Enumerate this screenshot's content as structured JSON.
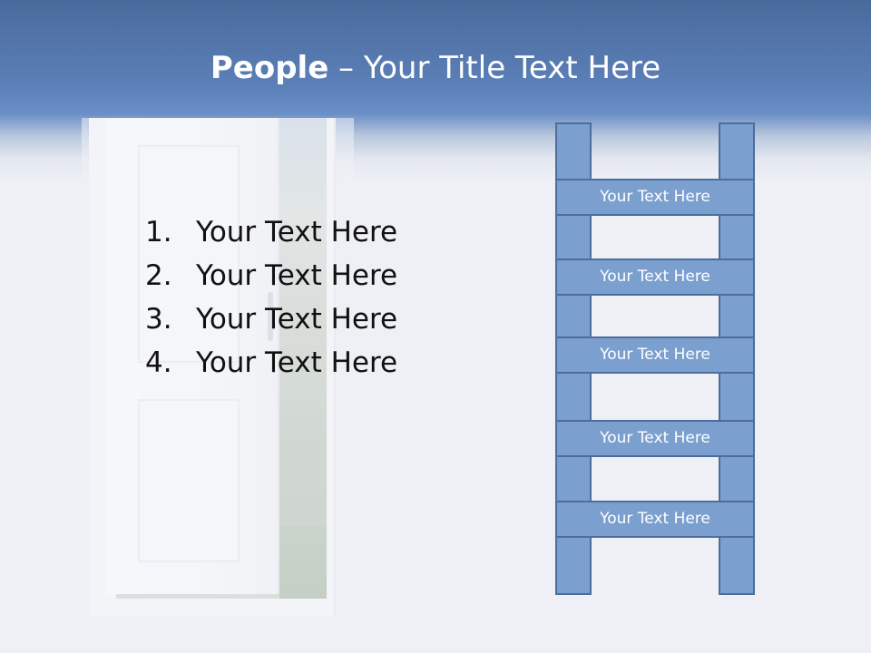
{
  "title": {
    "bold": "People",
    "rest": " – Your Title Text Here"
  },
  "list": [
    {
      "number": "1.",
      "text": "Your Text Here"
    },
    {
      "number": "2.",
      "text": "Your Text Here"
    },
    {
      "number": "3.",
      "text": "Your Text Here"
    },
    {
      "number": "4.",
      "text": "Your Text Here"
    }
  ],
  "ladder": {
    "rungs": [
      "Your Text Here",
      "Your Text Here",
      "Your Text Here",
      "Your Text Here",
      "Your Text Here"
    ]
  },
  "colors": {
    "header_blue": "#5b80b8",
    "ladder_fill": "#7b9fcf",
    "ladder_border": "#4d6d9e",
    "background": "#eef0f5"
  },
  "icons": [
    "open-door-illustration"
  ]
}
